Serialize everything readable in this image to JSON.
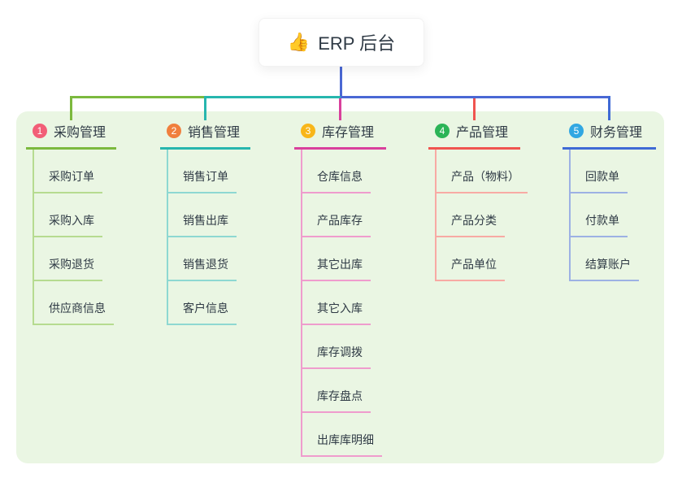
{
  "root": {
    "icon": "👍",
    "label": "ERP 后台"
  },
  "connector_color": "#4a68d4",
  "panel_background": "#eaf6e3",
  "branches": [
    {
      "index": "1",
      "label": "采购管理",
      "color": "#7cb93e",
      "light_color": "#b6db90",
      "badge_color": "#f25e77",
      "children": [
        "采购订单",
        "采购入库",
        "采购退货",
        "供应商信息"
      ]
    },
    {
      "index": "2",
      "label": "销售管理",
      "color": "#27b6ae",
      "light_color": "#8ed8d2",
      "badge_color": "#f07f3d",
      "children": [
        "销售订单",
        "销售出库",
        "销售退货",
        "客户信息"
      ]
    },
    {
      "index": "3",
      "label": "库存管理",
      "color": "#d9409c",
      "light_color": "#ef9ccd",
      "badge_color": "#f8b61a",
      "children": [
        "仓库信息",
        "产品库存",
        "其它出库",
        "其它入库",
        "库存调拨",
        "库存盘点",
        "出库库明细"
      ]
    },
    {
      "index": "4",
      "label": "产品管理",
      "color": "#f0544f",
      "light_color": "#f8aaa4",
      "badge_color": "#2cb457",
      "children": [
        "产品（物料）",
        "产品分类",
        "产品单位"
      ]
    },
    {
      "index": "5",
      "label": "财务管理",
      "color": "#3f6ad5",
      "light_color": "#9db1e4",
      "badge_color": "#31a7e2",
      "children": [
        "回款单",
        "付款单",
        "结算账户"
      ]
    }
  ]
}
